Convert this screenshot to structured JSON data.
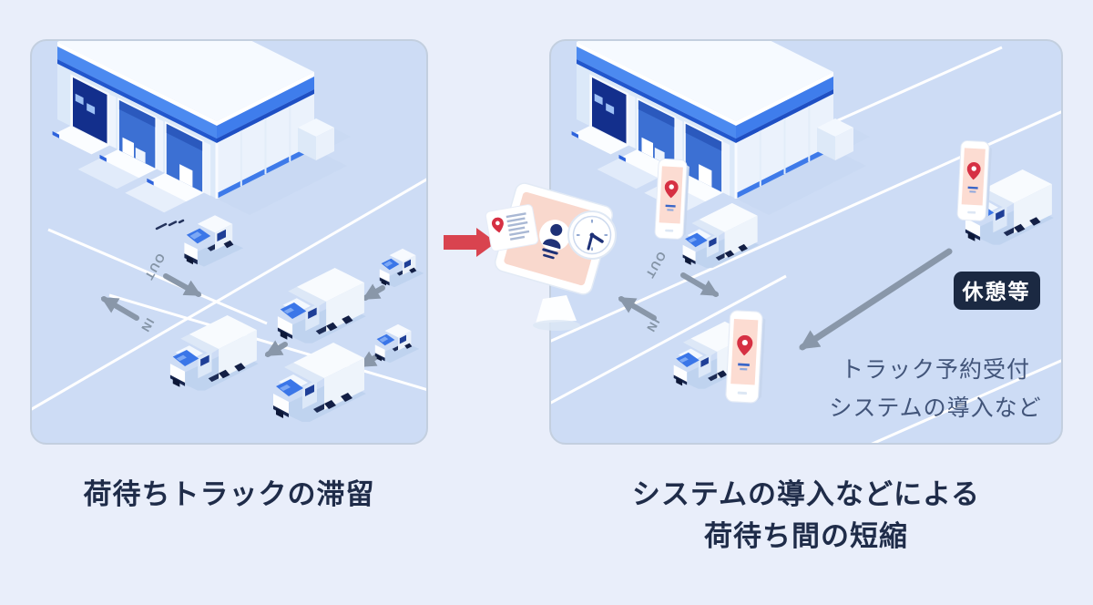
{
  "page": {
    "background": "#e9eefa",
    "type": "logistics-infographic"
  },
  "panels": {
    "left": {
      "caption": "荷待ちトラックの滞留",
      "out_label": "OUT",
      "in_label": "IN"
    },
    "right": {
      "caption_line1": "システムの導入などによる",
      "caption_line2": "荷待ち間の短縮",
      "out_label": "OUT",
      "in_label": "IN",
      "rest_badge": "休憩等",
      "note_line1": "トラック予約受付",
      "note_line2": "システムの導入など"
    }
  },
  "colors": {
    "page_bg": "#e9eefa",
    "panel_bg": "#cddcf5",
    "panel_border": "#c3cfdf",
    "caption_text": "#1f2c49",
    "note_text": "#42557a",
    "badge_bg": "#1b2942",
    "badge_text": "#ffffff",
    "accent_red_arrow": "#d9434f",
    "pin_red": "#d63043",
    "building_blue": "#4c8af0",
    "building_dark_blue": "#2257cd",
    "dock_door_navy": "#132f8c",
    "dock_interior_blue": "#3c70d3",
    "truck_navy": "#18264e",
    "windshield_blue": "#3b76e8",
    "arrow_gray": "#8997a9",
    "road_line_white": "#ffffff",
    "screen_pink": "#f9d8cd",
    "person_navy": "#1e3177"
  }
}
